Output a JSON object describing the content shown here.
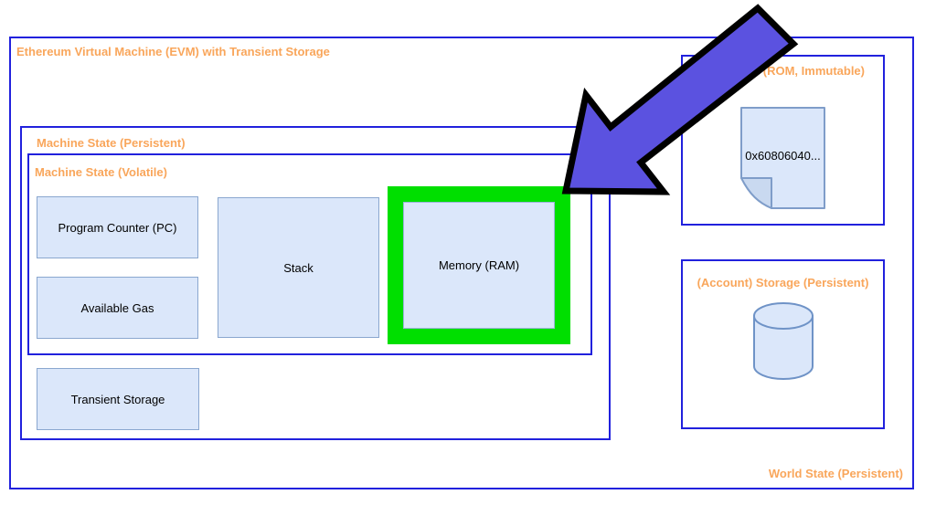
{
  "colors": {
    "container_border": "#2121dd",
    "small_box_border": "#8aa7cf",
    "small_box_fill": "#dbe7fa",
    "document_fold_fill": "#c9d9f0",
    "heading_orange": "#f9a65b",
    "highlight_green": "#00df00",
    "arrow_fill": "#5b52e0",
    "arrow_outline": "#000000"
  },
  "evm": {
    "title": "Ethereum Virtual Machine (EVM) with Transient Storage",
    "persistent": {
      "label": "Machine State (Persistent)",
      "volatile": {
        "label": "Machine State (Volatile)",
        "program_counter": "Program Counter (PC)",
        "available_gas": "Available Gas",
        "stack": "Stack",
        "memory": "Memory (RAM)"
      },
      "transient_storage": "Transient Storage"
    },
    "rom": {
      "label": "(ROM, Immutable)",
      "bytecode": "0x60806040...",
      "icon": "document-icon"
    },
    "account_storage": {
      "label": "(Account) Storage (Persistent)",
      "icon": "database-cylinder-icon"
    },
    "world_state_label": "World State (Persistent)",
    "annotations": {
      "memory_highlight_icon": "green-highlight-frame",
      "pointer_icon": "arrow-down-left-icon"
    }
  }
}
